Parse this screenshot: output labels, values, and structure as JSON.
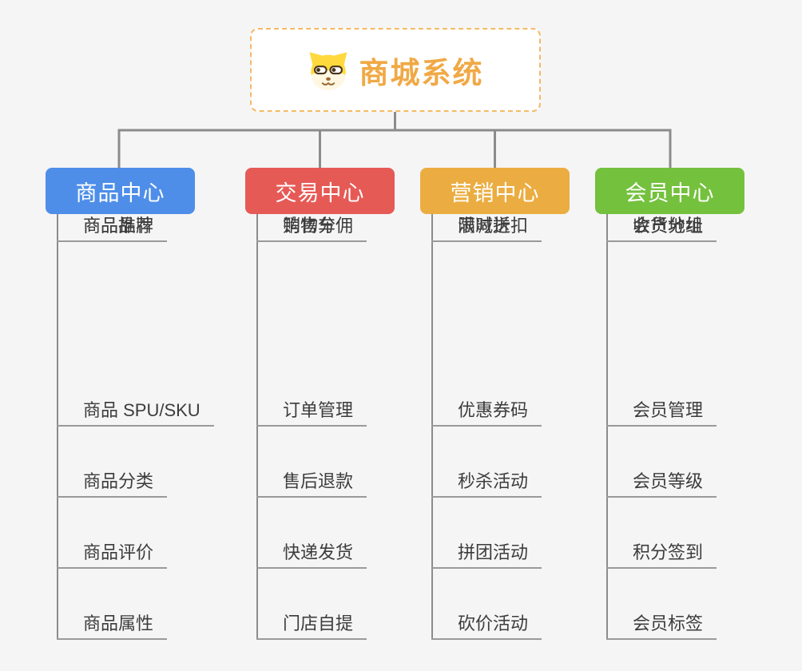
{
  "root": {
    "label": "商城系统",
    "icon": "doge-icon"
  },
  "branches": [
    {
      "label": "商品中心",
      "color": "#4E8EE9",
      "children": [
        "商品 SPU/SKU",
        "商品分类",
        "商品评价",
        "商品属性",
        "商品推荐",
        "商品品牌"
      ]
    },
    {
      "label": "交易中心",
      "color": "#E65A56",
      "children": [
        "订单管理",
        "售后退款",
        "快递发货",
        "门店自提",
        "购物车",
        "销售分佣"
      ]
    },
    {
      "label": "营销中心",
      "color": "#EBAD41",
      "children": [
        "优惠券码",
        "秒杀活动",
        "拼团活动",
        "砍价活动",
        "限时折扣",
        "满减送"
      ]
    },
    {
      "label": "会员中心",
      "color": "#74C13D",
      "children": [
        "会员管理",
        "会员等级",
        "积分签到",
        "会员标签",
        "会员分组",
        "收货地址"
      ]
    }
  ],
  "theme": {
    "background": "#F5F5F5",
    "connector": "#8C8C8C",
    "underline": "#9A9A9A",
    "child_text": "#3C3C3C",
    "root_text": "#F0A945",
    "root_border": "#F3BA66"
  }
}
